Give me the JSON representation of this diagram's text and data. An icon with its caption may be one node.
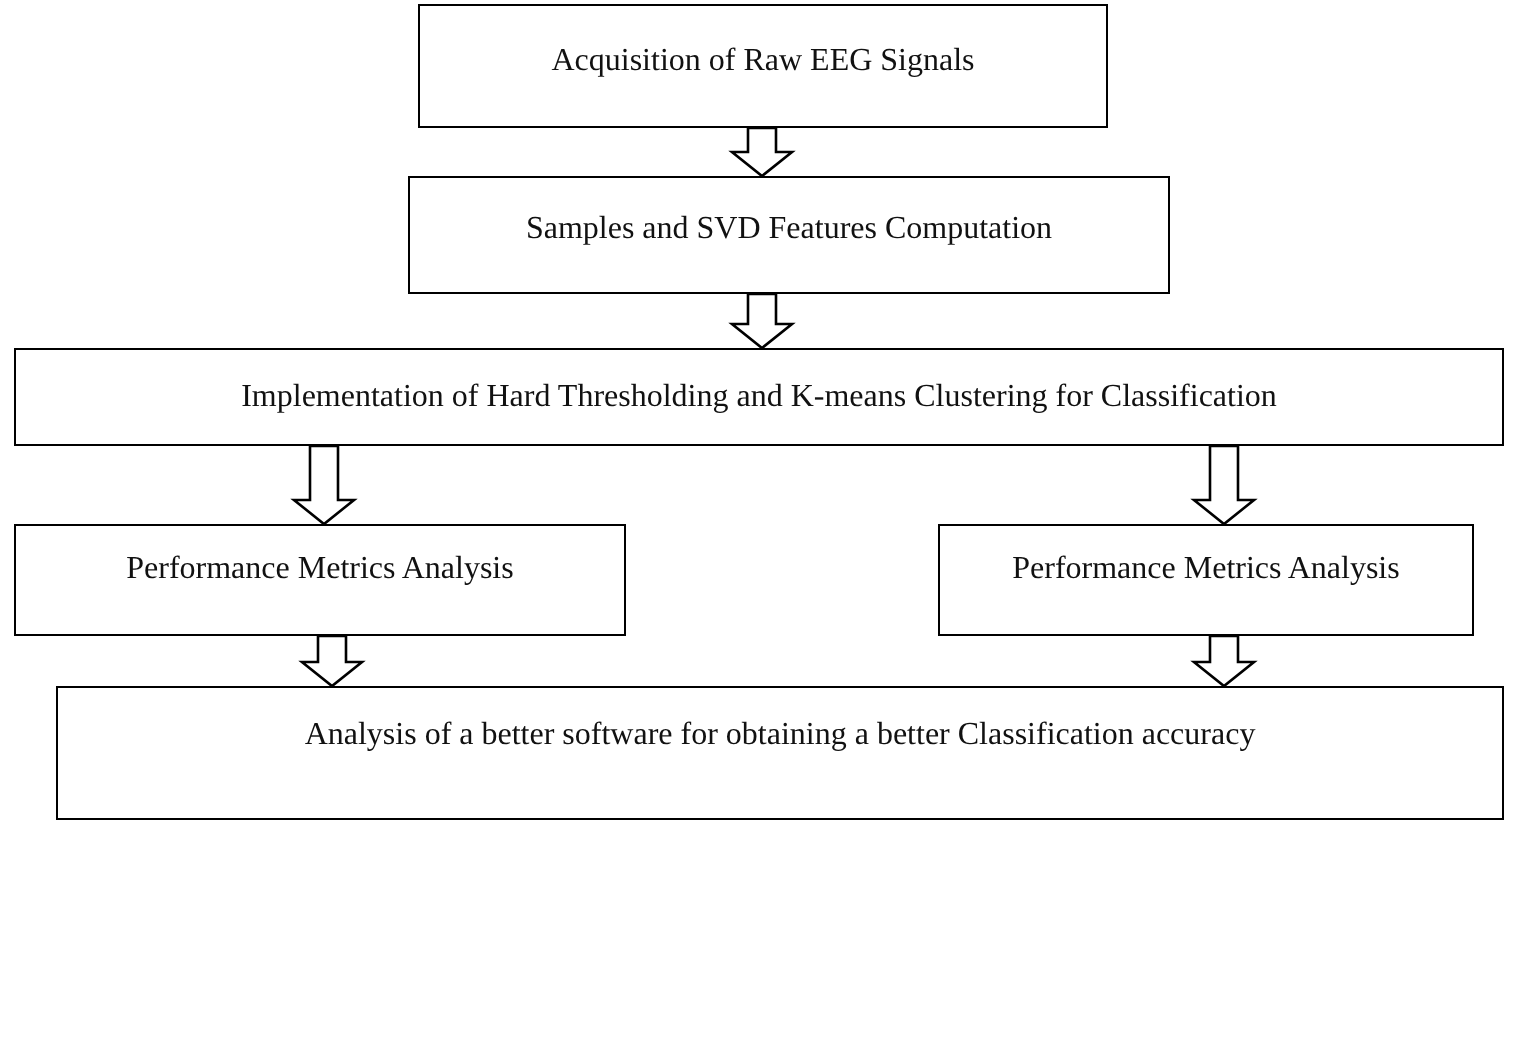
{
  "diagram": {
    "nodes": [
      {
        "text": [
          "Acquisition of Raw EEG Signals"
        ]
      },
      {
        "text": [
          "Samples and SVD Features Computation"
        ]
      },
      {
        "text": [
          "Implementation of Hard Thresholding and K-means Clustering for Classification"
        ]
      },
      {
        "text": [
          "Performance Metrics Analysis"
        ]
      },
      {
        "text": [
          "Performance Metrics Analysis"
        ]
      },
      {
        "text": [
          "Analysis of a better software for obtaining a better Classification accuracy"
        ]
      }
    ],
    "edges": [
      {
        "from": 0,
        "to": 1,
        "arrow": "to"
      },
      {
        "from": 1,
        "to": 2,
        "arrow": "to"
      },
      {
        "from": 2,
        "to": 3,
        "arrow": "to"
      },
      {
        "from": 2,
        "to": 4,
        "arrow": "to"
      },
      {
        "from": 3,
        "to": 5,
        "arrow": "to"
      },
      {
        "from": 4,
        "to": 5,
        "arrow": "to"
      }
    ]
  }
}
